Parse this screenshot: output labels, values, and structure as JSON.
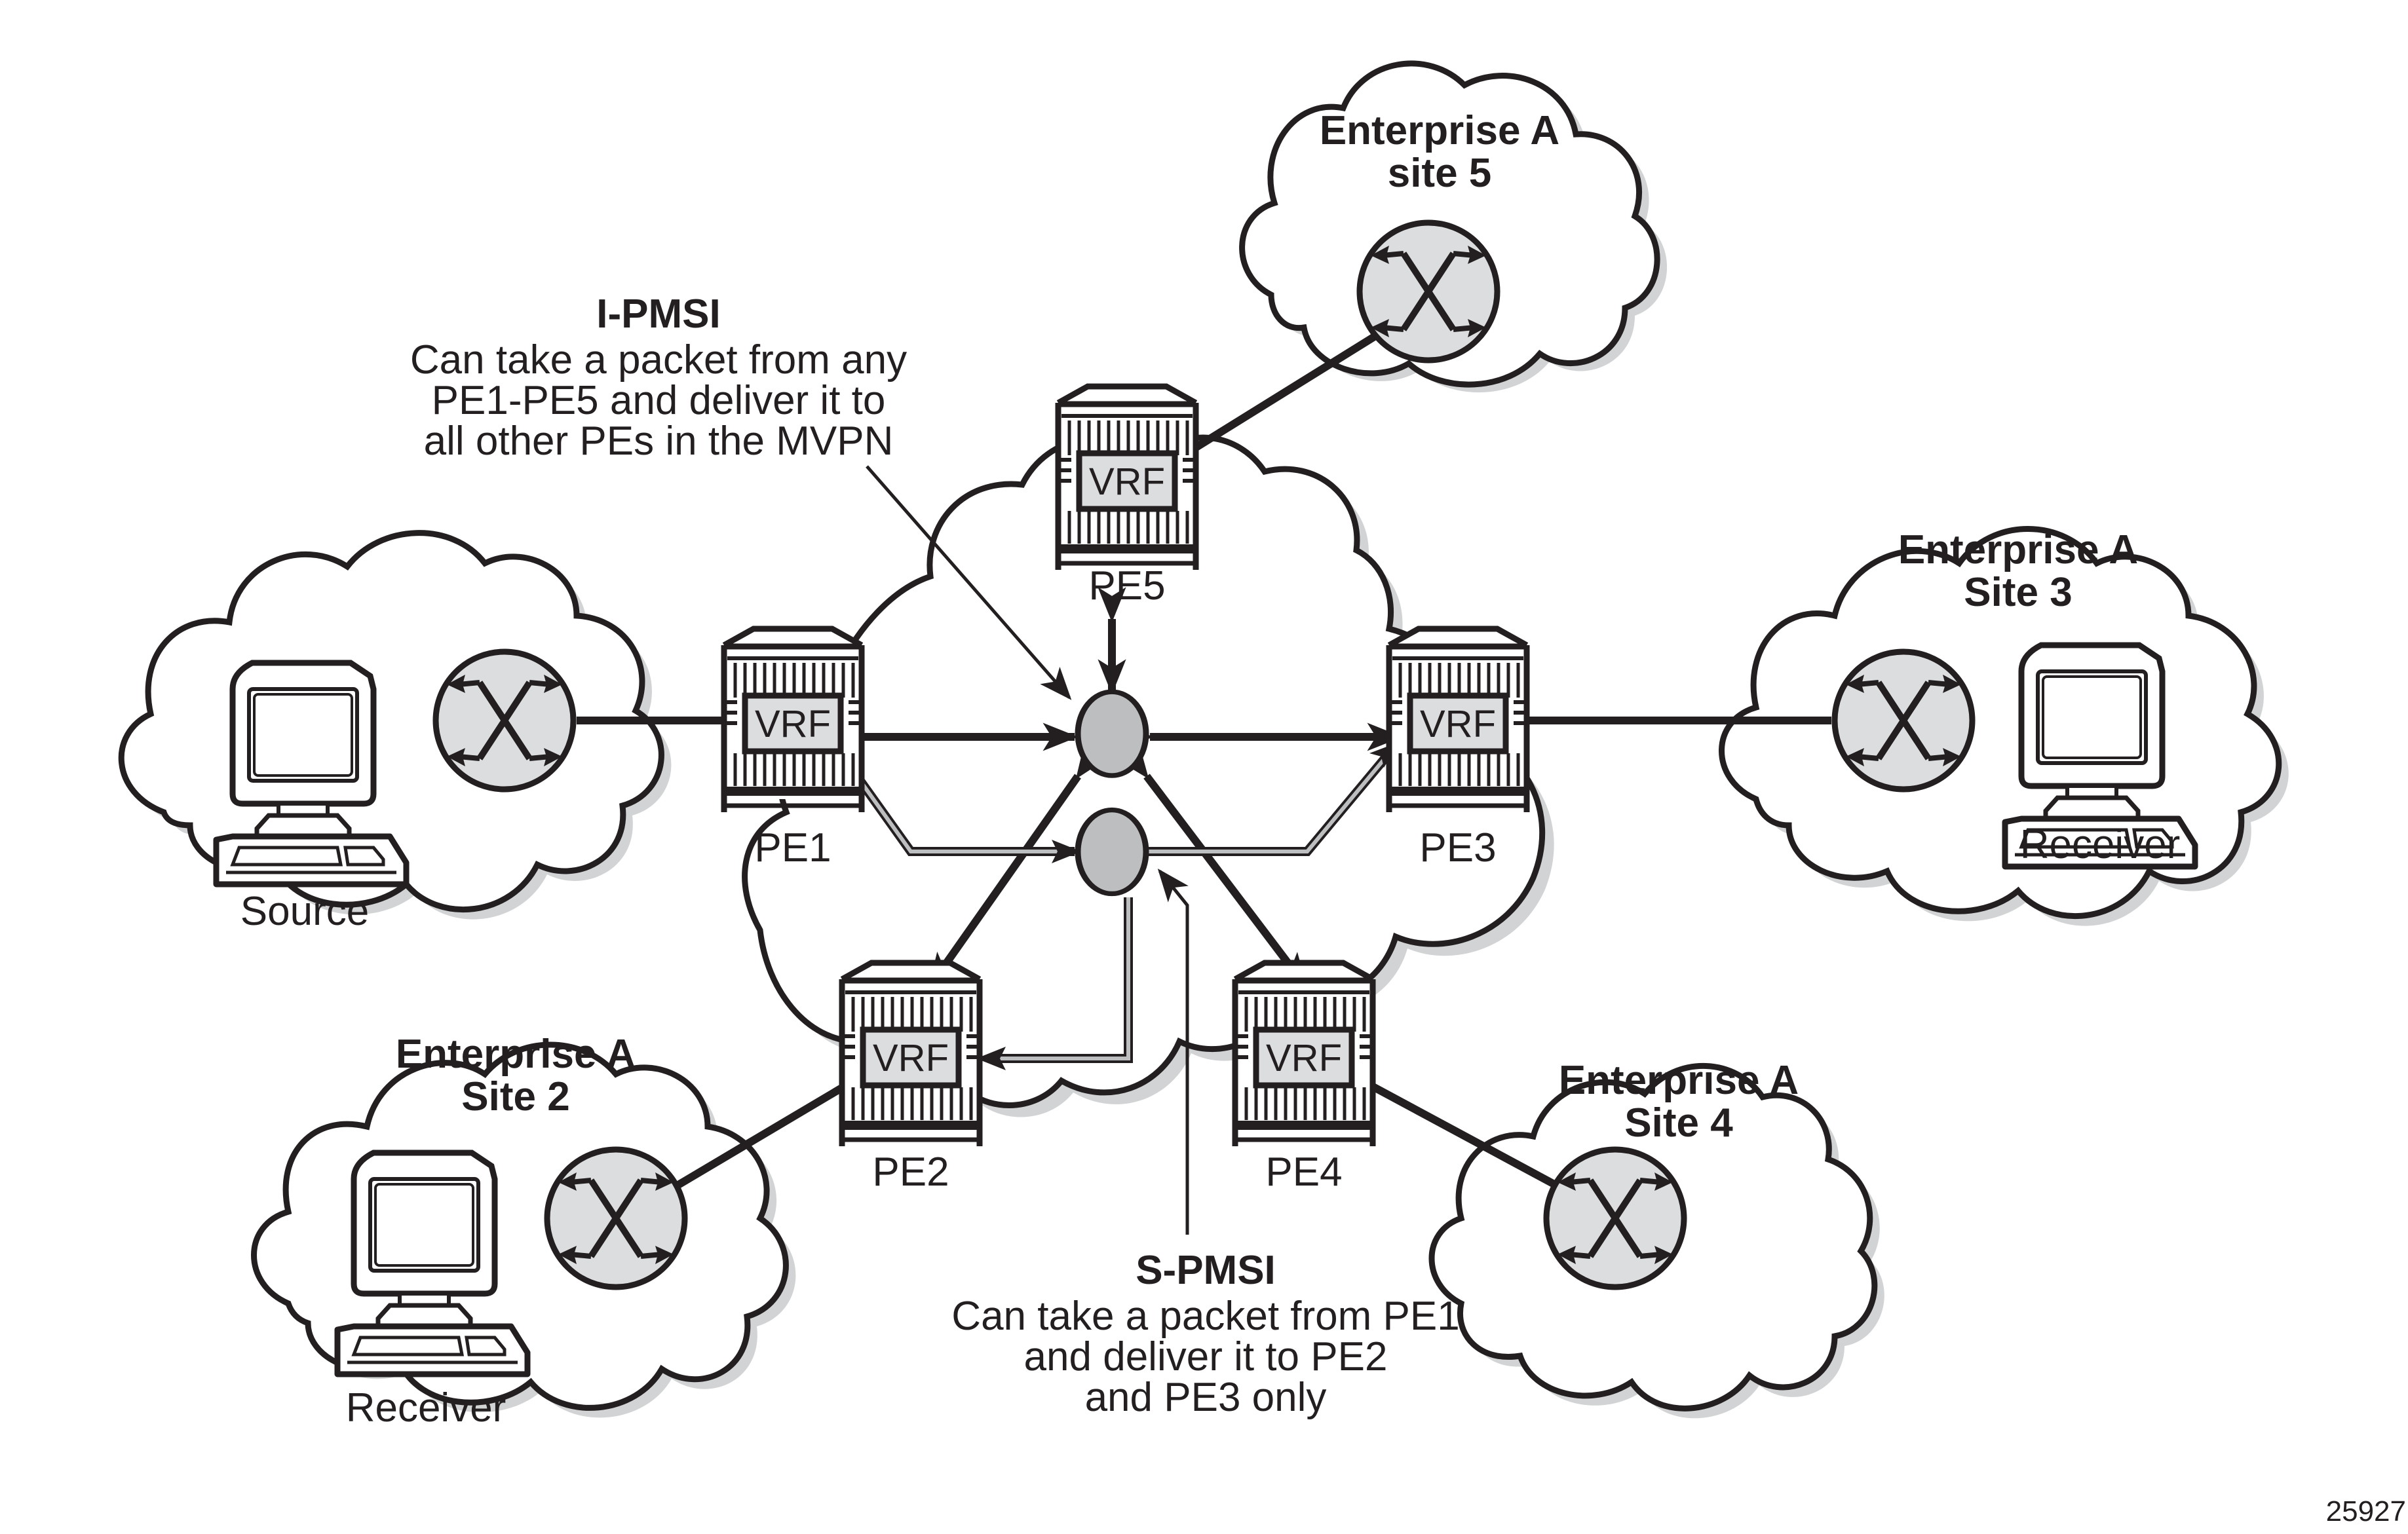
{
  "diagram": {
    "title": "MVPN I-PMSI and S-PMSI",
    "figure_number": "25927",
    "colors": {
      "line": "#231f20",
      "node_fill": "#bcbec0",
      "vrf_fill": "#dcdddf",
      "router_fill": "#dcdddf",
      "cloud_shadow": "#d1d3d4",
      "background": "#ffffff"
    },
    "sites": [
      {
        "id": "site5",
        "line1": "Enterprise A",
        "line2": "site 5",
        "has_router": true,
        "device": null
      },
      {
        "id": "site3",
        "line1": "Enterprise A",
        "line2": "Site 3",
        "has_router": true,
        "device": "Receiver"
      },
      {
        "id": "site2",
        "line1": "Enterprise A",
        "line2": "Site 2",
        "has_router": true,
        "device": "Receiver"
      },
      {
        "id": "site4",
        "line1": "Enterprise A",
        "line2": "Site 4",
        "has_router": true,
        "device": null
      },
      {
        "id": "site1",
        "line1": "",
        "line2": "",
        "has_router": true,
        "device": "Source"
      }
    ],
    "pe_routers": [
      {
        "id": "PE1",
        "label": "PE1",
        "vrf": "VRF"
      },
      {
        "id": "PE2",
        "label": "PE2",
        "vrf": "VRF"
      },
      {
        "id": "PE3",
        "label": "PE3",
        "vrf": "VRF"
      },
      {
        "id": "PE4",
        "label": "PE4",
        "vrf": "VRF"
      },
      {
        "id": "PE5",
        "label": "PE5",
        "vrf": "VRF"
      }
    ],
    "pmsi": {
      "i_pmsi": {
        "title": "I-PMSI",
        "lines": [
          "Can take a packet from any",
          "PE1-PE5 and deliver it to",
          "all other PEs in the MVPN"
        ],
        "members": [
          "PE1",
          "PE2",
          "PE3",
          "PE4",
          "PE5"
        ]
      },
      "s_pmsi": {
        "title": "S-PMSI",
        "lines": [
          "Can take a packet from PE1",
          "and deliver it to PE2",
          "and PE3 only"
        ],
        "source": "PE1",
        "receivers": [
          "PE2",
          "PE3"
        ]
      }
    }
  }
}
